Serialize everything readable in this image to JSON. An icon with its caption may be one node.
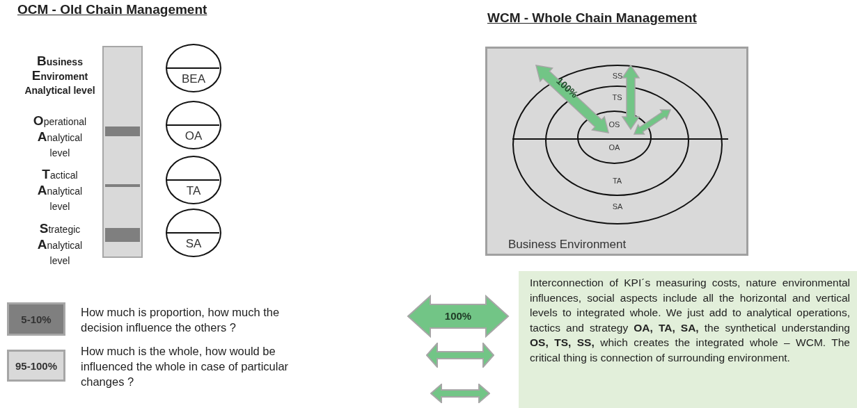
{
  "diagram": {
    "nodes": [
      {
        "text": [
          "BEA"
        ]
      },
      {
        "text": [
          "OA"
        ]
      },
      {
        "text": [
          "TA"
        ]
      },
      {
        "text": [
          "SA"
        ]
      },
      {
        "text": [
          "Business Environment"
        ]
      },
      {
        "text": [
          "SS",
          "SA"
        ],
        "in": 4
      },
      {
        "text": [
          "TS",
          "TA"
        ],
        "in": 5
      },
      {
        "text": [
          "OS",
          "OA"
        ],
        "in": 6
      },
      {
        "text": [
          "5-10%"
        ],
        "beside": [
          "How much is proportion, how much the decision influence the others ?"
        ]
      },
      {
        "text": [
          "95-100%"
        ],
        "beside": [
          "How much is the whole, how would be influenced the whole in case of particular changes ?"
        ]
      },
      {
        "text": [
          "100%"
        ]
      },
      {
        "text": [
          "Interconnection of KPI´s measuring costs, nature environmental influences, social aspects include all the horizontal and vertical levels to integrated whole. We just add to analytical operations, tactics and strategy **OA, TA, SA,** the synthetical understanding **OS, TS, SS,** which creates the integrated whole – WCM. The critical thing is connection of surrounding environment."
        ]
      }
    ],
    "edges": [],
    "labels": [
      "OCM - Old Chain Management",
      "WCM - Whole Chain Management",
      "**B**usiness **E**nviroment Analytical level",
      "**O**perational **A**nalytical level",
      "**T**actical **A**nalytical level",
      "**S**trategic **A**nalytical level",
      "100%"
    ]
  }
}
